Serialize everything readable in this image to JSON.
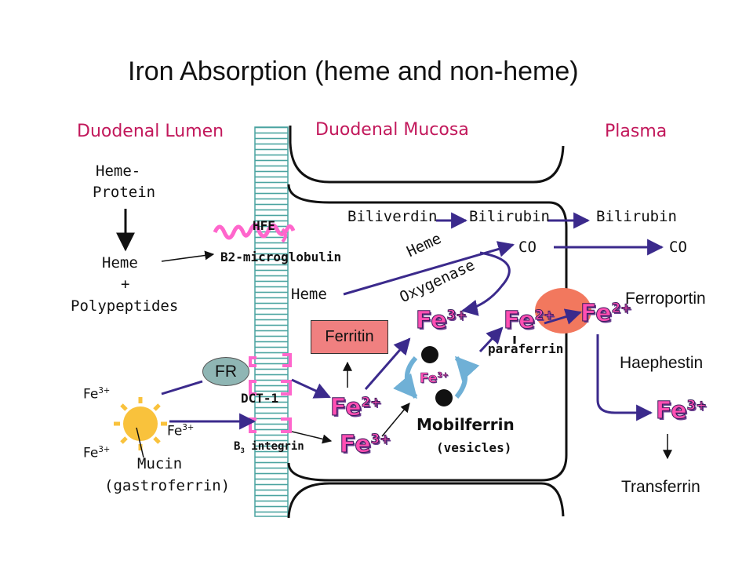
{
  "title": "Iron Absorption (heme and non-heme)",
  "regions": {
    "lumen": "Duodenal Lumen",
    "mucosa": "Duodenal Mucosa",
    "plasma": "Plasma"
  },
  "lumen": {
    "heme_protein": [
      "Heme-",
      "Protein"
    ],
    "heme": "Heme",
    "plus": "+",
    "polypeptides": "Polypeptides",
    "fe3_a": "Fe",
    "fe3_b": "Fe",
    "fe3_c": "Fe",
    "charge_3plus": "3+",
    "mucin": "Mucin",
    "gastroferrin": "(gastroferrin)"
  },
  "membrane": {
    "hfe": "HFE",
    "b2m": "B2-microglobulin",
    "fr": "FR",
    "dct1": "DCT-1",
    "b3_prefix": "B",
    "b3_sub": "3",
    "integrin": " integrin"
  },
  "cell": {
    "biliverdin": "Biliverdin",
    "bilirubin": "Bilirubin",
    "co": "CO",
    "heme": "Heme",
    "heme_oxygenase_1": "Heme",
    "heme_oxygenase_2": "Oxygenase",
    "ferritin": "Ferritin",
    "fe": "Fe",
    "charge_2plus": "2+",
    "charge_3plus": "3+",
    "paraferrin": "paraferrin",
    "mobilferrin": "Mobilferrin",
    "vesicles": "(vesicles)"
  },
  "plasma": {
    "bilirubin": "Bilirubin",
    "co": "CO",
    "ferroportin": "Ferroportin",
    "haephestin": "Haephestin",
    "fe": "Fe",
    "charge_3plus": "3+",
    "transferrin": "Transferrin"
  },
  "colors": {
    "arrow": "#3b2a8c",
    "fe_ion": "#ff4fb3",
    "region_label": "#c2185b",
    "ferritin_box": "#f08080",
    "fr_oval": "#8fb6b4",
    "ferroportin": "#f2785e",
    "sun": "#f9c23c",
    "membrane_stripe": "#4aa3a0",
    "mobilferrin_cycle": "#6fb0d6",
    "receptor": "#ff66cc"
  }
}
